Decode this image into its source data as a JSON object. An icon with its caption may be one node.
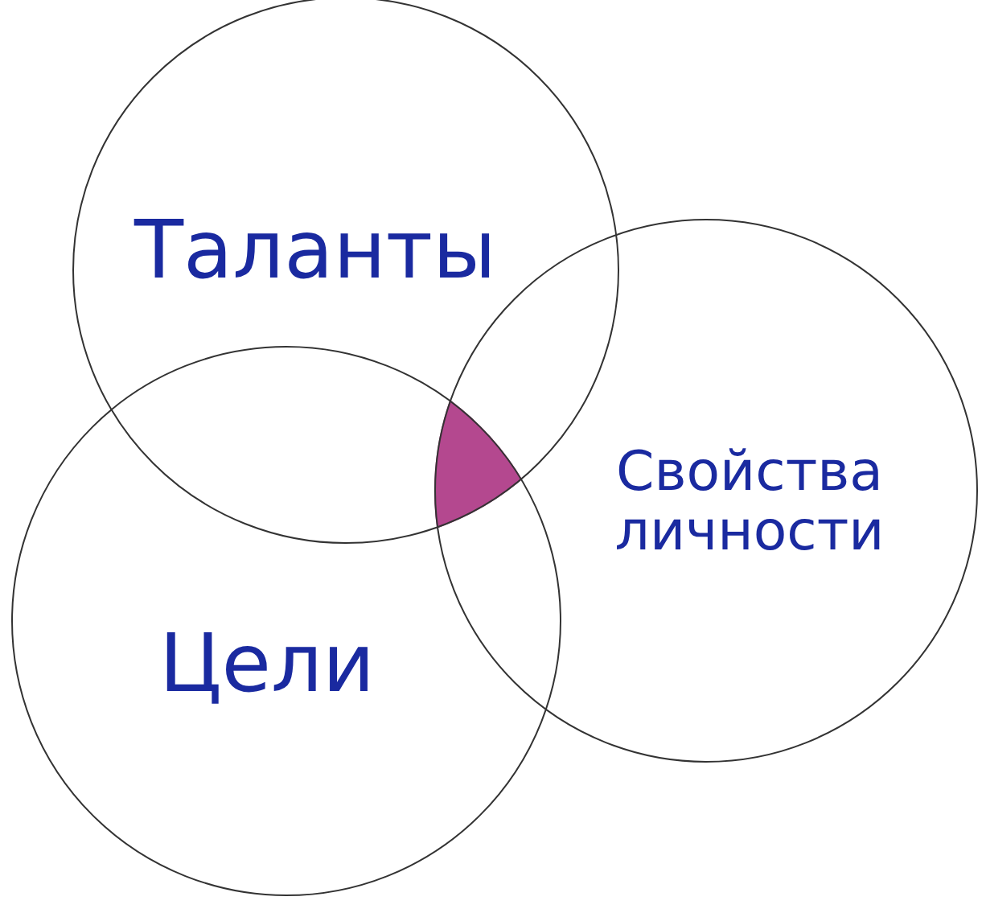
{
  "diagram": {
    "nodes": [
      {
        "text": [
          "Таланты"
        ]
      },
      {
        "text": [
          "Цели"
        ]
      },
      {
        "text": [
          "Свойства личности"
        ]
      },
      {
        "text": [],
        "shape": "triangle"
      }
    ]
  }
}
